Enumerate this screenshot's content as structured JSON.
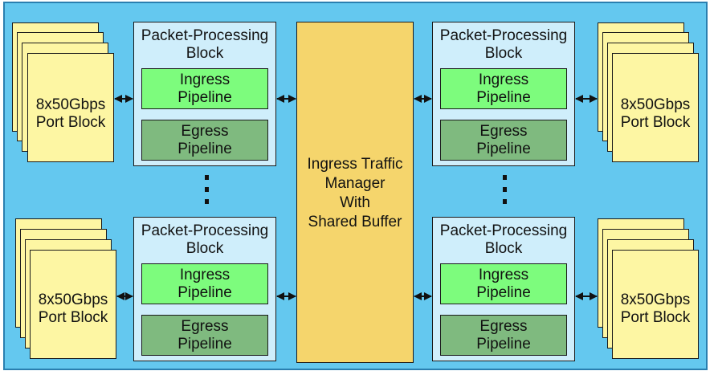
{
  "port_block": {
    "label": "8x50Gbps\nPort Block"
  },
  "packet_processing_block": {
    "title": "Packet-Processing\nBlock",
    "ingress_label": "Ingress\nPipeline",
    "egress_label": "Egress\nPipeline"
  },
  "traffic_manager": {
    "label": "Ingress Traffic\nManager\nWith\nShared Buffer"
  },
  "colors": {
    "background": "#64c8ef",
    "port_block": "#fdf6a3",
    "packet_processing_block": "#cfeefb",
    "ingress_pipeline": "#7dfc7d",
    "egress_pipeline": "#7fba7f",
    "traffic_manager": "#f5d56c"
  }
}
